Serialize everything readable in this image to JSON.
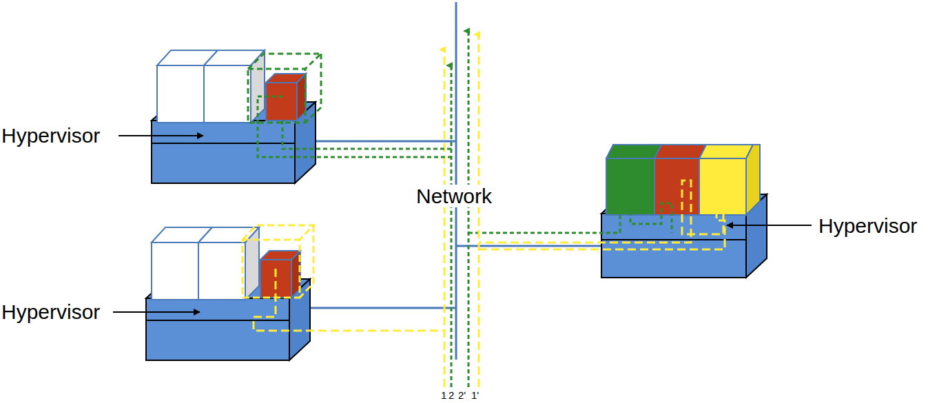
{
  "diagram": {
    "labels": [
      "Hypervisor",
      "Hypervisor",
      "Network",
      "Hypervisor",
      "1",
      "2",
      "2'",
      "1'"
    ]
  }
}
